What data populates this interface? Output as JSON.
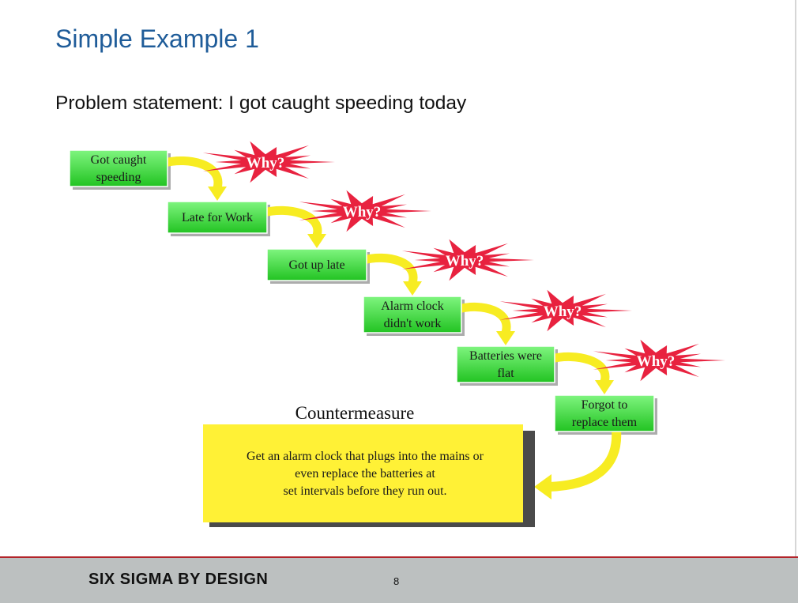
{
  "slide": {
    "title": "Simple Example 1",
    "problem_statement": "Problem statement:  I got caught speeding today"
  },
  "diagram": {
    "why_label": "Why?",
    "steps": [
      {
        "lines": [
          "Got caught",
          "speeding"
        ]
      },
      {
        "lines": [
          "Late for Work"
        ]
      },
      {
        "lines": [
          "Got up late"
        ]
      },
      {
        "lines": [
          "Alarm clock",
          "didn't work"
        ]
      },
      {
        "lines": [
          "Batteries were",
          "flat"
        ]
      },
      {
        "lines": [
          "Forgot to",
          "replace them"
        ]
      }
    ],
    "countermeasure": {
      "title": "Countermeasure",
      "lines": [
        "Get an alarm clock that plugs into the mains or",
        "even replace the batteries at",
        "set intervals before they run out."
      ]
    },
    "colors": {
      "box_top": "#7ff57f",
      "box_bottom": "#22c322",
      "why_star": "#e8223f",
      "arrow": "#f7ec22",
      "countermeasure_box": "#fff136"
    }
  },
  "footer": {
    "brand": "SIX SIGMA BY DESIGN",
    "page_number": "8"
  }
}
